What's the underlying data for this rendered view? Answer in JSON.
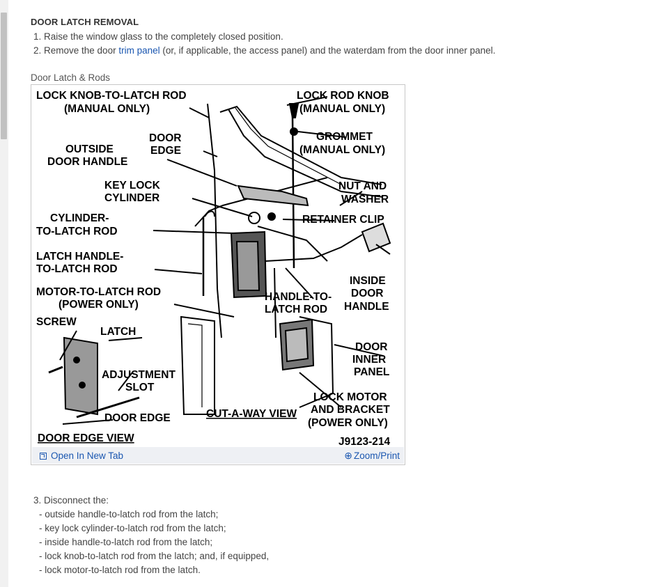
{
  "heading": "DOOR LATCH REMOVAL",
  "steps": {
    "s1": "1. Raise the window glass to the completely closed position.",
    "s2_pre": "2. Remove the door ",
    "s2_link": "trim panel",
    "s2_post": " (or, if applicable, the access panel) and the waterdam from the door inner panel.",
    "s3": "3. Disconnect the:"
  },
  "figure": {
    "caption": "Door Latch & Rods",
    "open_new_tab": "Open In New Tab",
    "zoom_print": "Zoom/Print",
    "labels": {
      "lock_knob_rod_1": "LOCK KNOB-TO-LATCH ROD",
      "lock_knob_rod_2": "(MANUAL ONLY)",
      "lock_rod_knob_1": "LOCK ROD KNOB",
      "lock_rod_knob_2": "(MANUAL ONLY)",
      "door_edge_1": "DOOR",
      "door_edge_2": "EDGE",
      "grommet_1": "GROMMET",
      "grommet_2": "(MANUAL ONLY)",
      "outside_handle_1": "OUTSIDE",
      "outside_handle_2": "DOOR HANDLE",
      "key_lock_1": "KEY LOCK",
      "key_lock_2": "CYLINDER",
      "nut_washer_1": "NUT AND",
      "nut_washer_2": "WASHER",
      "cylinder_rod_1": "CYLINDER-",
      "cylinder_rod_2": "TO-LATCH ROD",
      "retainer_clip": "RETAINER CLIP",
      "latch_handle_rod_1": "LATCH HANDLE-",
      "latch_handle_rod_2": "TO-LATCH ROD",
      "inside_handle_1": "INSIDE",
      "inside_handle_2": "DOOR",
      "inside_handle_3": "HANDLE",
      "motor_rod_1": "MOTOR-TO-LATCH ROD",
      "motor_rod_2": "(POWER ONLY)",
      "handle_to_latch_1": "HANDLE-TO-",
      "handle_to_latch_2": "LATCH ROD",
      "screw": "SCREW",
      "latch": "LATCH",
      "door_inner_1": "DOOR",
      "door_inner_2": "INNER",
      "door_inner_3": "PANEL",
      "adjustment_1": "ADJUSTMENT",
      "adjustment_2": "SLOT",
      "lock_motor_1": "LOCK MOTOR",
      "lock_motor_2": "AND BRACKET",
      "lock_motor_3": "(POWER ONLY)",
      "door_edge_b": "DOOR EDGE",
      "cutaway": "CUT-A-WAY VIEW",
      "door_edge_view": "DOOR EDGE VIEW",
      "fig_id": "J9123-214"
    }
  },
  "disconnect_items": [
    "-  outside handle-to-latch rod from the latch;",
    "-  key lock cylinder-to-latch rod from the latch;",
    "-  inside handle-to-latch rod from the latch;",
    "-  lock knob-to-latch rod from the latch; and, if equipped,",
    "-  lock motor-to-latch rod from the latch."
  ]
}
